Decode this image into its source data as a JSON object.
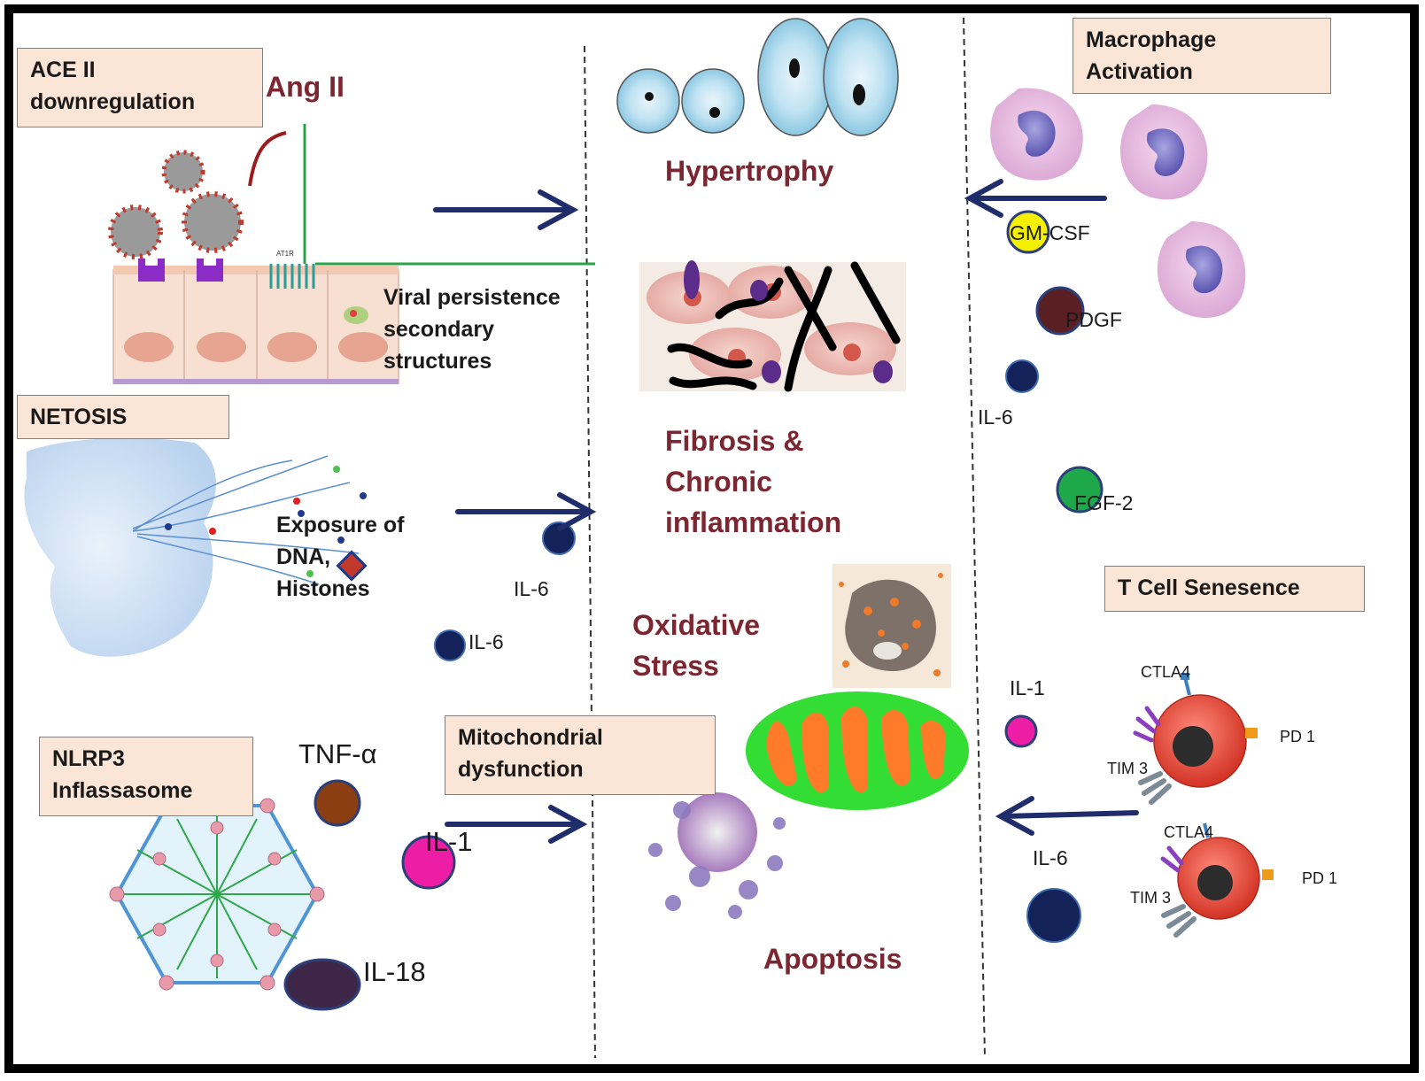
{
  "panels": {
    "ace2": {
      "title_line1": "ACE II",
      "title_line2": "downregulation",
      "ang": "Ang II",
      "receptor_tag": "AT1R",
      "note_line1": "Viral persistence",
      "note_line2": "secondary",
      "note_line3": "structures"
    },
    "netosis": {
      "title": "NETOSIS",
      "note_line1": "Exposure of",
      "note_line2": "DNA,",
      "note_line3": "Histones",
      "il6_a": "IL-6",
      "il6_b": "IL-6"
    },
    "nlrp3": {
      "title_line1": "NLRP3",
      "title_line2": "Inflassasome",
      "tnf": "TNF-α",
      "il1": "IL-1",
      "il18": "IL-18"
    },
    "mito": {
      "title_line1": "Mitochondrial",
      "title_line2": "dysfunction"
    }
  },
  "center": {
    "hypertrophy": "Hypertrophy",
    "fibrosis_line1": "Fibrosis &",
    "fibrosis_line2": "Chronic",
    "fibrosis_line3": "inflammation",
    "oxidative_line1": "Oxidative",
    "oxidative_line2": "Stress",
    "apoptosis": "Apoptosis"
  },
  "right": {
    "macrophage_line1": "Macrophage",
    "macrophage_line2": "Activation",
    "gmcsf": "GM-CSF",
    "pdgf": "PDGF",
    "il6_top": "IL-6",
    "fgf2": "FGF-2",
    "tcell_title": "T Cell Senesence",
    "il1": "IL-1",
    "il6_bottom": "IL-6",
    "ctla4_a": "CTLA4",
    "pd1_a": "PD 1",
    "tim3_a": "TIM 3",
    "ctla4_b": "CTLA4",
    "pd1_b": "PD 1",
    "tim3_b": "TIM 3"
  },
  "colors": {
    "arrow": "#1f2d6b",
    "maroon_text": "#7b2630",
    "box_fill": "#fbe5d6",
    "il6_dot": "#13235a",
    "gmcsf_dot": "#f5f000",
    "pdgf_dot": "#5a1f22",
    "fgf2_dot": "#1fa84a",
    "il1_dot": "#ee1da5",
    "tnf_dot": "#8a3e12",
    "il18_dot": "#3d2648",
    "mito_outer": "#33dd33",
    "mito_inner": "#ff7b2a"
  }
}
